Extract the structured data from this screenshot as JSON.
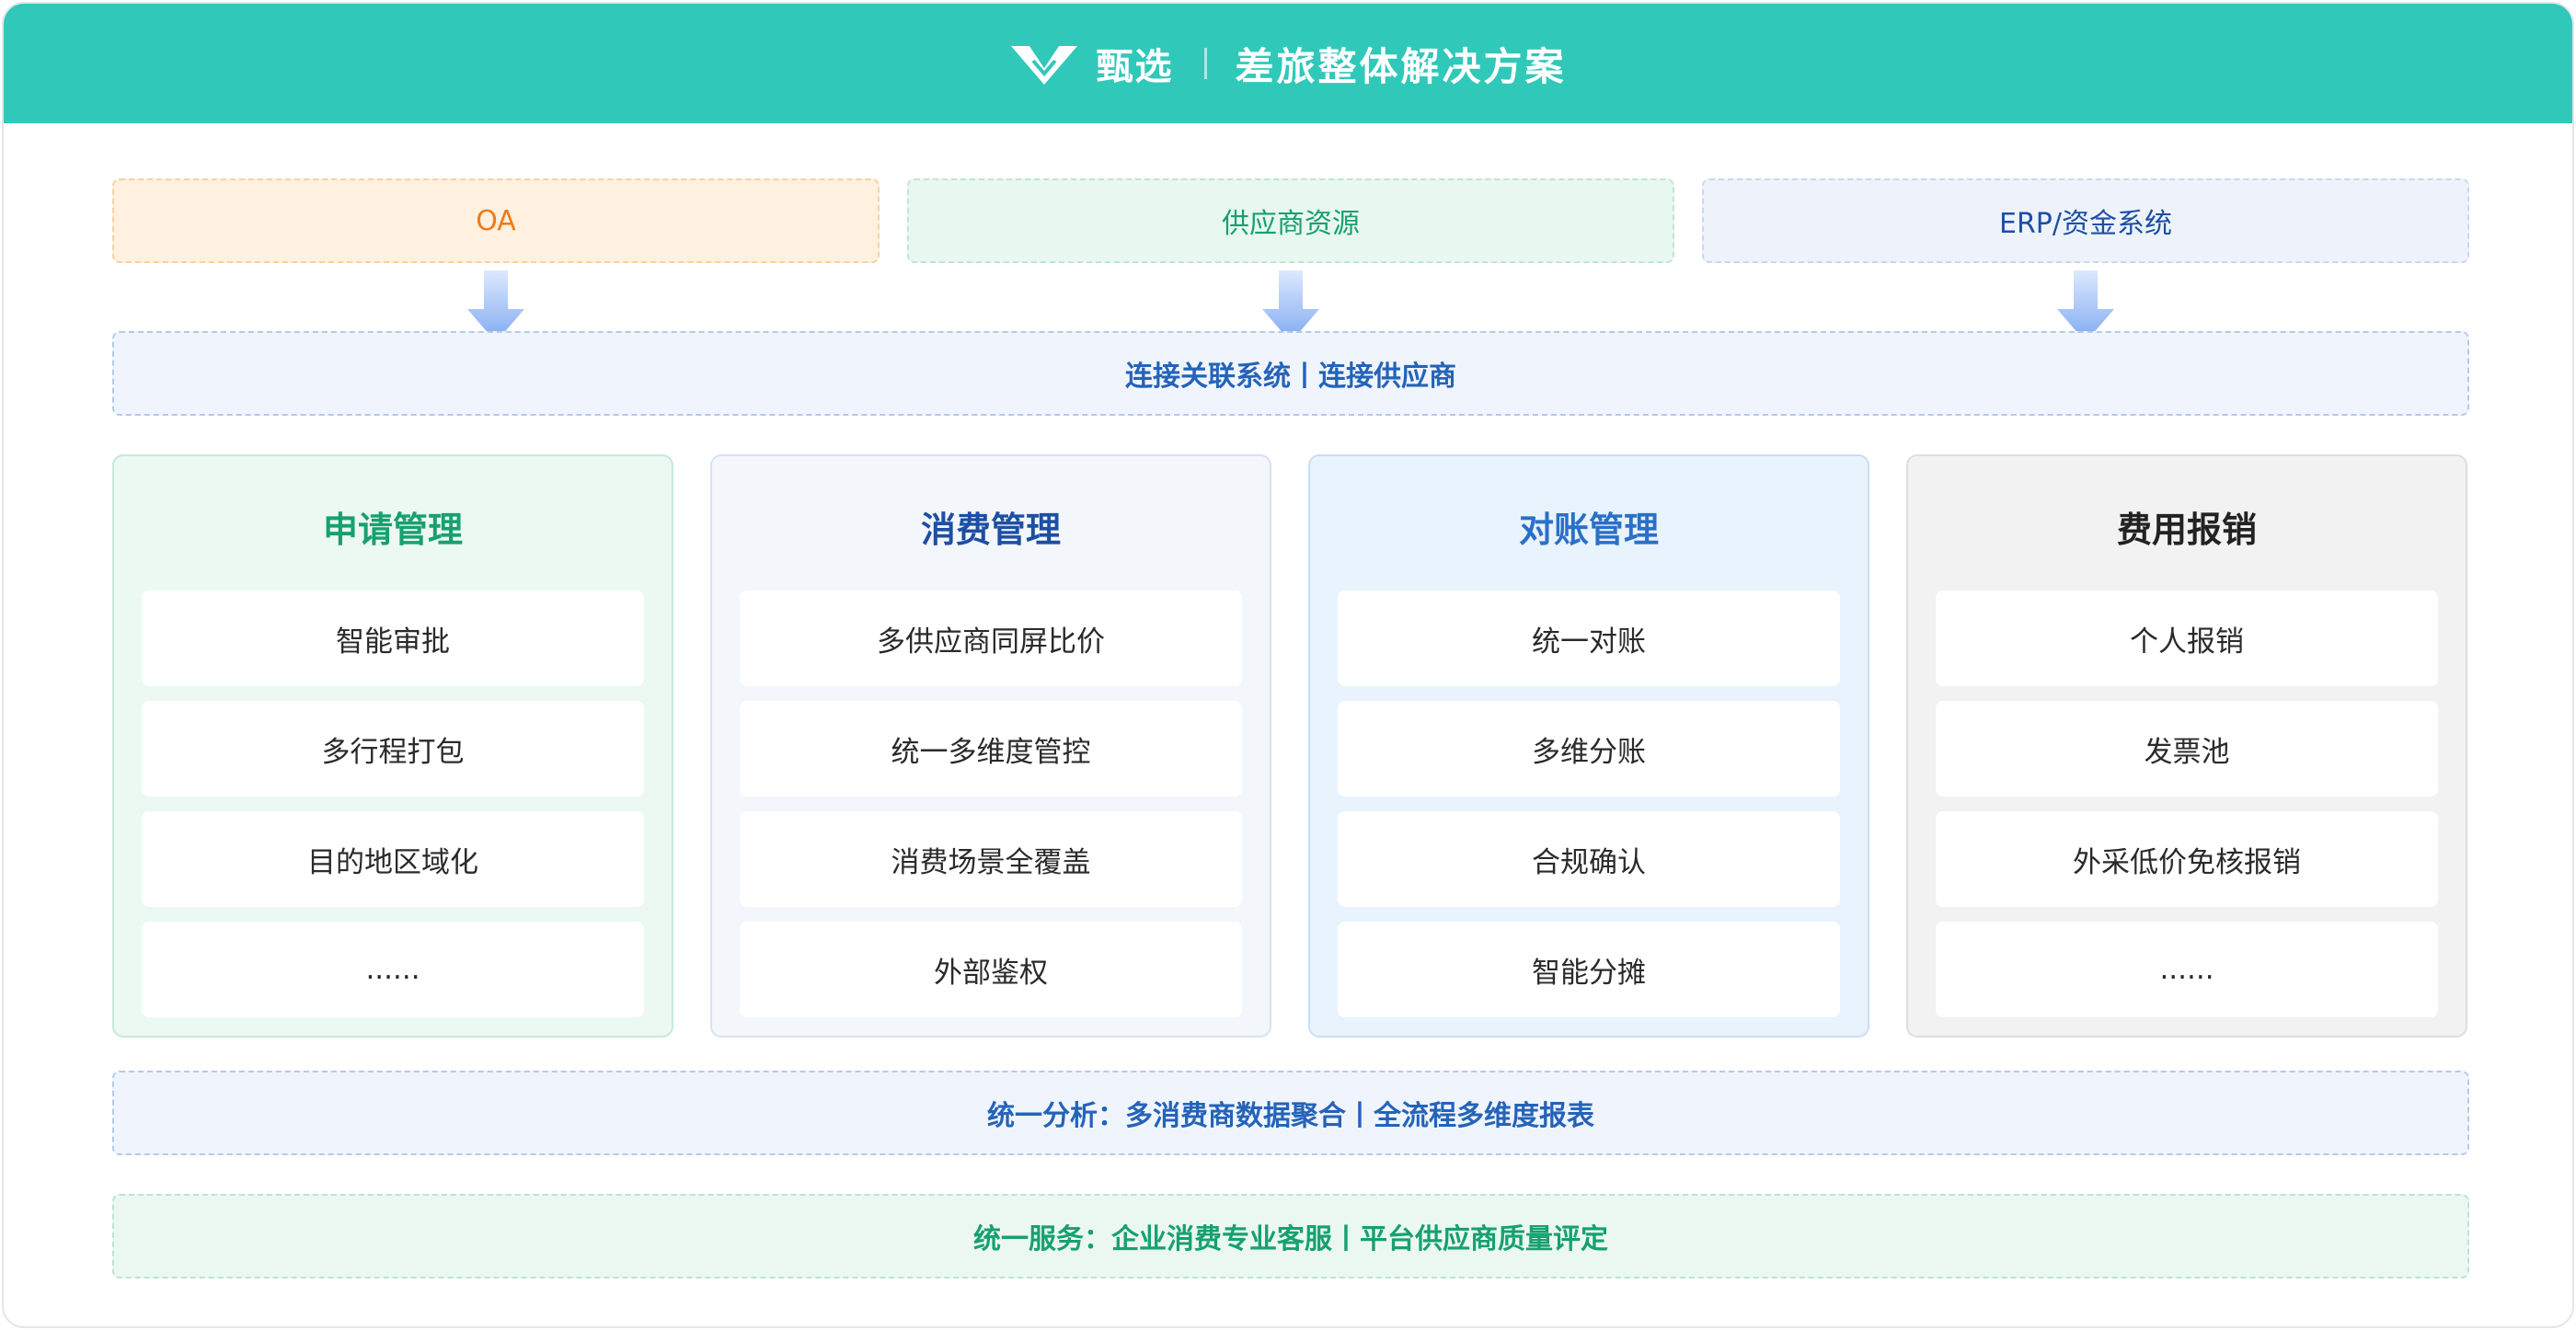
{
  "header": {
    "brand_name": "甄选",
    "title": "差旅整体解决方案"
  },
  "sources": {
    "oa": "OA",
    "supplier": "供应商资源",
    "erp": "ERP/资金系统"
  },
  "connect_bar": "连接关联系统丨连接供应商",
  "modules": [
    {
      "title": "申请管理",
      "items": [
        "智能审批",
        "多行程打包",
        "目的地区域化",
        "......"
      ]
    },
    {
      "title": "消费管理",
      "items": [
        "多供应商同屏比价",
        "统一多维度管控",
        "消费场景全覆盖",
        "外部鉴权"
      ]
    },
    {
      "title": "对账管理",
      "items": [
        "统一对账",
        "多维分账",
        "合规确认",
        "智能分摊"
      ]
    },
    {
      "title": "费用报销",
      "items": [
        "个人报销",
        "发票池",
        "外采低价免核报销",
        "......"
      ]
    }
  ],
  "analysis_bar": "统一分析：多消费商数据聚合丨全流程多维度报表",
  "service_bar": "统一服务：企业消费专业客服丨平台供应商质量评定",
  "colors": {
    "header_bg": "#30c8b9",
    "oa_text": "#f07a1a",
    "green_text": "#17a070",
    "blue_text": "#2563b8",
    "navy_text": "#1d4fa3",
    "arrow": "#8fb6f5"
  },
  "icons": {
    "logo": "checkmark-logo-icon",
    "flow": "down-arrow-icon"
  }
}
